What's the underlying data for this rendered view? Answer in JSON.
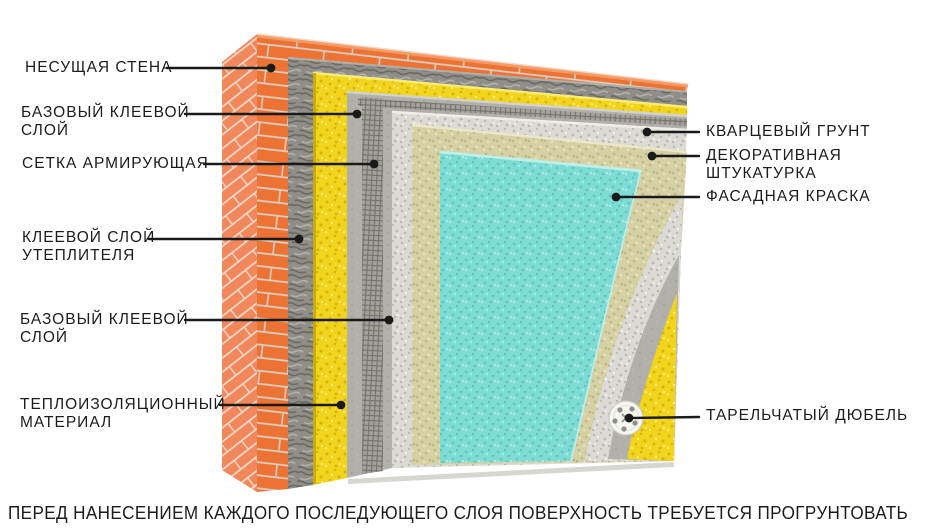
{
  "caption": "ПЕРЕД НАНЕСЕНИЕМ КАЖДОГО ПОСЛЕДУЮЩЕГО СЛОЯ ПОВЕРХНОСТЬ ТРЕБУЕТСЯ ПРОГРУНТОВАТЬ",
  "labels": {
    "left": [
      {
        "text": "НЕСУЩАЯ СТЕНА"
      },
      {
        "text": "БАЗОВЫЙ КЛЕЕВОЙ\nСЛОЙ"
      },
      {
        "text": "СЕТКА АРМИРУЮЩАЯ"
      },
      {
        "text": "КЛЕЕВОЙ СЛОЙ\nУТЕПЛИТЕЛЯ"
      },
      {
        "text": "БАЗОВЫЙ КЛЕЕВОЙ\nСЛОЙ"
      },
      {
        "text": "ТЕПЛОИЗОЛЯЦИОННЫЙ\nМАТЕРИАЛ"
      }
    ],
    "right": [
      {
        "text": "КВАРЦЕВЫЙ ГРУНТ"
      },
      {
        "text": "ДЕКОРАТИВНАЯ ШТУКАТУРКА"
      },
      {
        "text": "ФАСАДНАЯ КРАСКА"
      },
      {
        "text": "ТАРЕЛЬЧАТЫЙ ДЮБЕЛЬ"
      }
    ]
  },
  "layers": [
    {
      "name": "несущая стена",
      "color_key": "brick_front"
    },
    {
      "name": "клеевой слой утеплителя",
      "color_key": "adhesive_dark"
    },
    {
      "name": "теплоизоляционный материал",
      "color_key": "insulation_yellow"
    },
    {
      "name": "базовый клеевой слой",
      "color_key": "base_coat_gray"
    },
    {
      "name": "сетка армирующая",
      "color_key": "mesh_gray"
    },
    {
      "name": "базовый клеевой слой",
      "color_key": "base_coat_gray"
    },
    {
      "name": "кварцевый грунт",
      "color_key": "primer_speckled"
    },
    {
      "name": "декоративная штукатурка",
      "color_key": "plaster_beige"
    },
    {
      "name": "фасадная краска",
      "color_key": "paint_cyan"
    },
    {
      "name": "тарельчатый дюбель",
      "color_key": "dowel_white"
    }
  ],
  "colors": {
    "background": "#FFFFFF",
    "label_text": "#1C1C1C",
    "line_black": "#1A1A1A",
    "brick_front": "#ED7334",
    "brick_left": "#F1875B",
    "brick_top": "#F79B63",
    "mortar": "#D9CFC3",
    "mortar_left": "#E9DACC",
    "adhesive_dark": "#8F8E88",
    "adhesive_dark_streak": "#67665F",
    "adhesive_dark_light": "#B5B4AE",
    "insulation_yellow": "#F2D41C",
    "insulation_speckle": "#D2B60D",
    "insulation_light": "#FBEE86",
    "base_coat_gray": "#B1B0AB",
    "mesh_gray": "#A3A29B",
    "mesh_line": "#73726B",
    "primer_speckled": "#DBDAD4",
    "primer_dot": "#B9B8B0",
    "plaster_beige": "#D5D1A4",
    "plaster_dot": "#BAB685",
    "paint_cyan": "#7FDCD5",
    "paint_dot": "#5CC8C0",
    "paint_light": "#B2EDE7",
    "dowel_white": "#F7F7F2",
    "dowel_hole": "#8F8F85",
    "bottom_edge": "#D7D7D1"
  }
}
